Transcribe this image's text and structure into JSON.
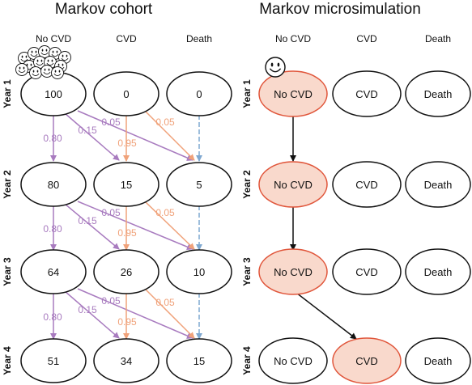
{
  "cohort": {
    "title": "Markov cohort",
    "columns": [
      "No CVD",
      "CVD",
      "Death"
    ],
    "rows": [
      {
        "label": "Year 1",
        "values": [
          "100",
          "0",
          "0"
        ]
      },
      {
        "label": "Year 2",
        "values": [
          "80",
          "15",
          "5"
        ]
      },
      {
        "label": "Year 3",
        "values": [
          "64",
          "26",
          "10"
        ]
      },
      {
        "label": "Year 4",
        "values": [
          "51",
          "34",
          "15"
        ]
      }
    ],
    "probabilities": {
      "stay_no_cvd": "0.80",
      "no_cvd_to_cvd": "0.15",
      "no_cvd_to_death": "0.05",
      "cvd_stay": "0.95",
      "cvd_to_death": "0.05"
    }
  },
  "microsimulation": {
    "title": "Markov microsimulation",
    "columns": [
      "No CVD",
      "CVD",
      "Death"
    ],
    "rows": [
      {
        "label": "Year 1",
        "states": [
          "No CVD",
          "CVD",
          "Death"
        ],
        "active": 0
      },
      {
        "label": "Year 2",
        "states": [
          "No CVD",
          "CVD",
          "Death"
        ],
        "active": 0
      },
      {
        "label": "Year 3",
        "states": [
          "No CVD",
          "CVD",
          "Death"
        ],
        "active": 0
      },
      {
        "label": "Year 4",
        "states": [
          "No CVD",
          "CVD",
          "Death"
        ],
        "active": 1
      }
    ]
  },
  "colors": {
    "purple": "#a87bbf",
    "orange": "#f0a27a",
    "blue": "#7fa8d0",
    "highlight_fill": "#f9d9cc",
    "highlight_stroke": "#e0553a",
    "node_stroke": "#111111"
  },
  "icons": [
    "smiley-crowd-icon",
    "smiley-icon"
  ]
}
